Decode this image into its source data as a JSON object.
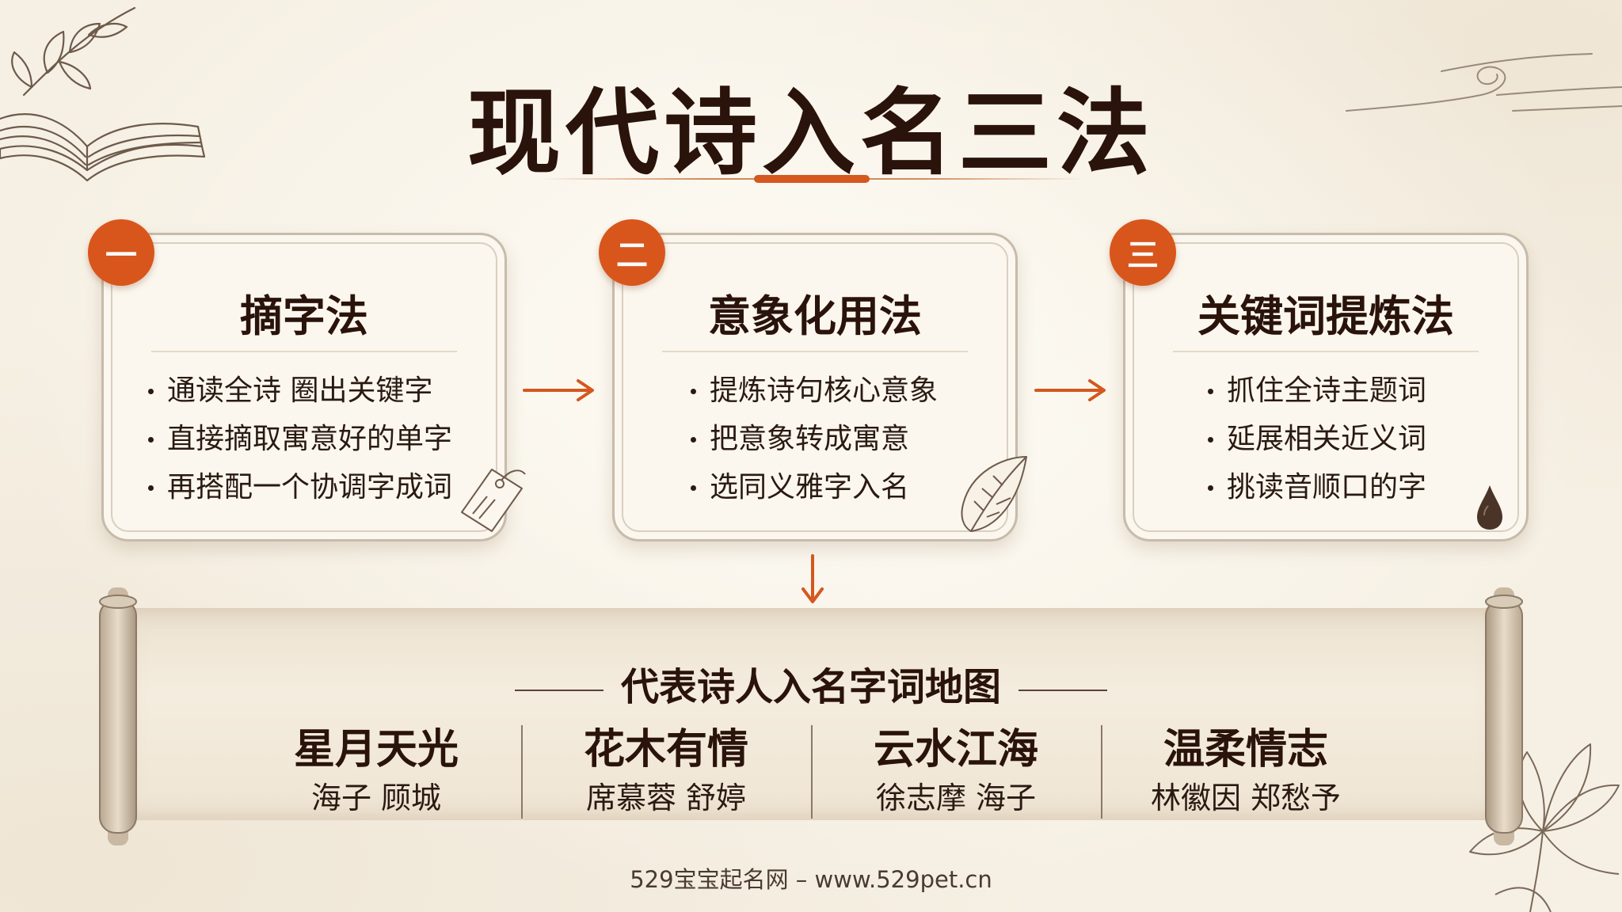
{
  "title": "现代诗入名三法",
  "methods": [
    {
      "badge": "一",
      "title": "摘字法",
      "items": [
        "通读全诗 圈出关键字",
        "直接摘取寓意好的单字",
        "再搭配一个协调字成词"
      ],
      "icon": "tag-icon"
    },
    {
      "badge": "二",
      "title": "意象化用法",
      "items": [
        "提炼诗句核心意象",
        "把意象转成寓意",
        "选同义雅字入名"
      ],
      "icon": "leaf-icon"
    },
    {
      "badge": "三",
      "title": "关键词提炼法",
      "items": [
        "抓住全诗主题词",
        "延展相关近义词",
        "挑读音顺口的字"
      ],
      "icon": "ink-drop-icon"
    }
  ],
  "map": {
    "heading": "代表诗人入名字词地图",
    "columns": [
      {
        "title": "星月天光",
        "poets": "海子 顾城"
      },
      {
        "title": "花木有情",
        "poets": "席慕蓉 舒婷"
      },
      {
        "title": "云水江海",
        "poets": "徐志摩 海子"
      },
      {
        "title": "温柔情志",
        "poets": "林徽因 郑愁予"
      }
    ]
  },
  "footer": "529宝宝起名网 – www.529pet.cn",
  "colors": {
    "accent": "#d8561c",
    "ink": "#2a130a",
    "paper": "#f6f0e4"
  }
}
